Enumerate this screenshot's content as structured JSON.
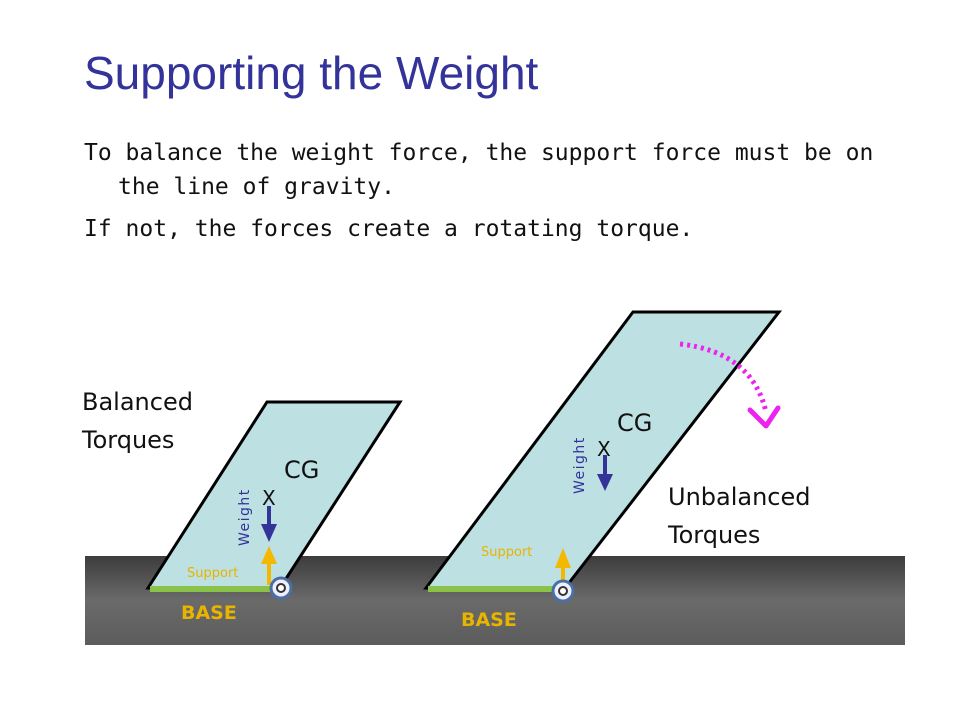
{
  "slide": {
    "title": "Supporting the Weight",
    "bullets": [
      "To balance the weight force, the support force must be on the line of gravity.",
      "If not, the forces create a rotating torque."
    ]
  },
  "diagram": {
    "left_block": {
      "caption_line1": "Balanced",
      "caption_line2": "Torques",
      "cg_label": "CG",
      "cg_marker": "X",
      "weight_label": "Weight",
      "support_label": "Support",
      "base_label": "BASE"
    },
    "right_block": {
      "caption_line1": "Unbalanced",
      "caption_line2": "Torques",
      "cg_label": "CG",
      "cg_marker": "X",
      "weight_label": "Weight",
      "support_label": "Support",
      "base_label": "BASE"
    },
    "colors": {
      "block_fill": "#bde0e2",
      "ground": "#555555",
      "base_line": "#8bc34a",
      "weight_arrow": "#333399",
      "support_arrow": "#f5b800",
      "rotation_arrow": "#ee22ee",
      "label_yellow": "#e8b400",
      "weight_text": "#333399"
    }
  }
}
